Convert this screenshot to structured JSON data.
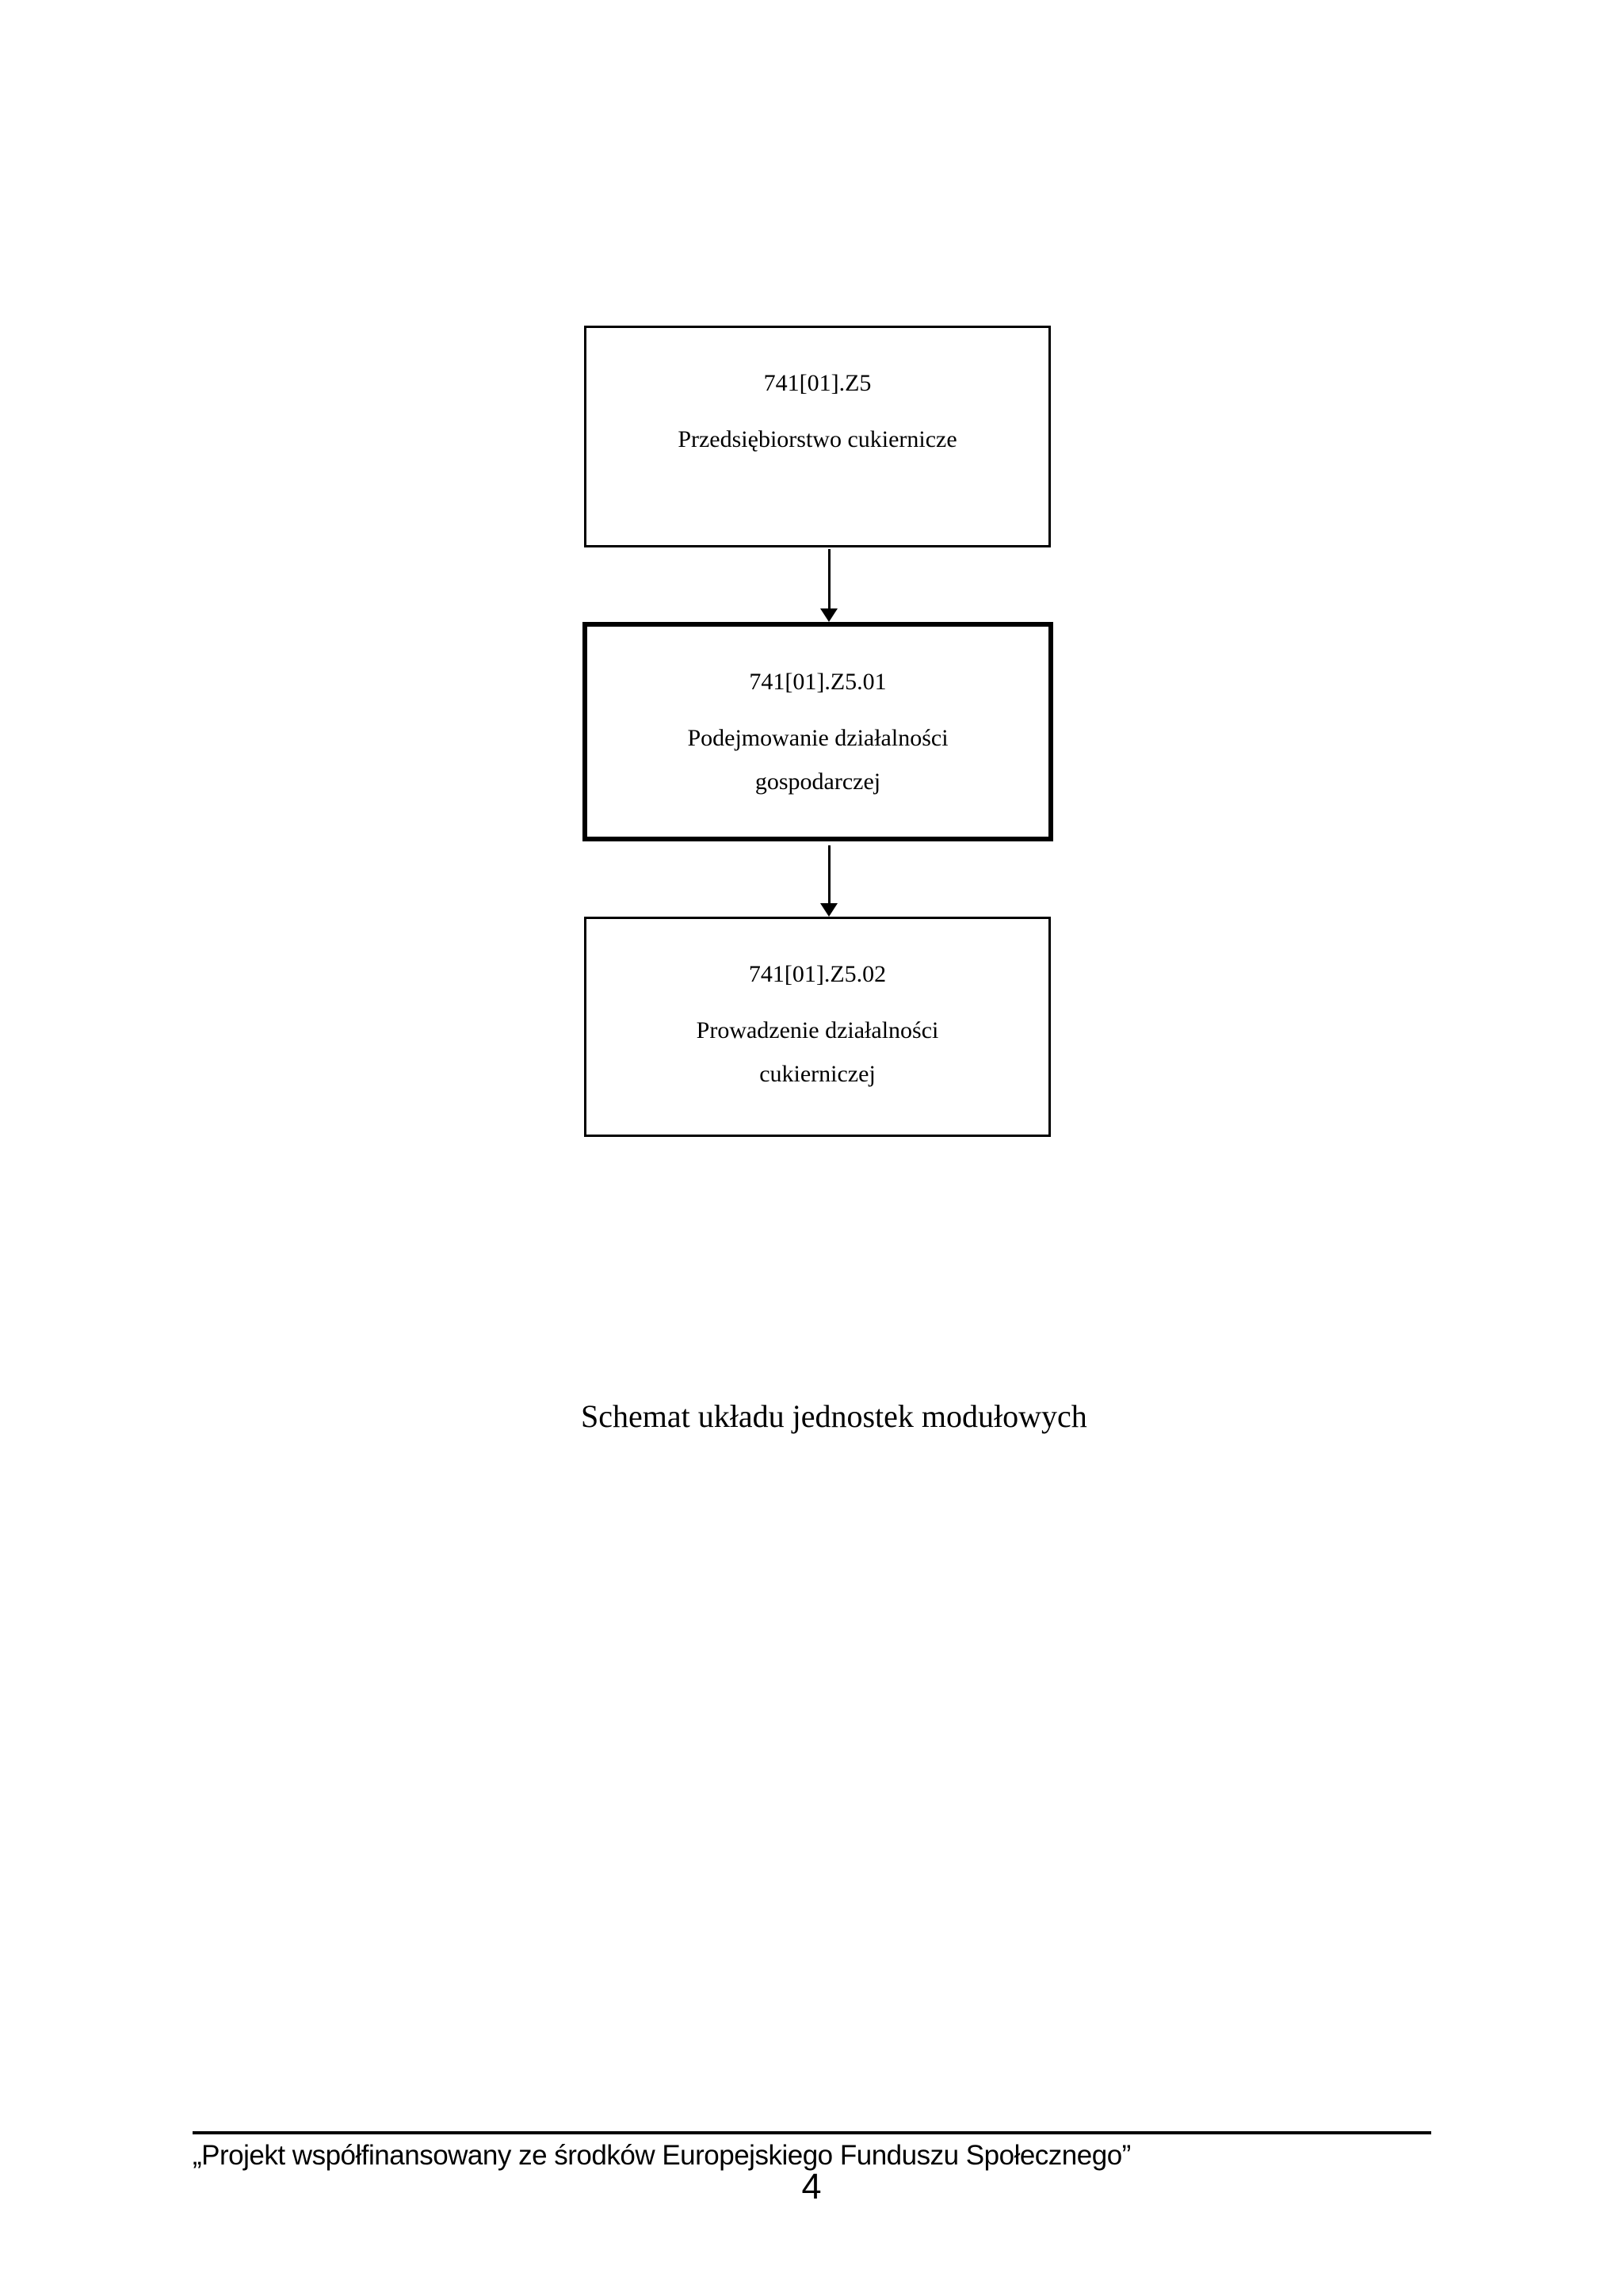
{
  "diagram": {
    "nodes": [
      {
        "code": "741[01].Z5",
        "name": "Przedsiębiorstwo cukiernicze",
        "emphasis": false
      },
      {
        "code": "741[01].Z5.01",
        "name": "Podejmowanie działalności gospodarczej",
        "emphasis": true
      },
      {
        "code": "741[01].Z5.02",
        "name": "Prowadzenie działalności cukierniczej",
        "emphasis": false
      }
    ],
    "caption": "Schemat układu jednostek modułowych",
    "colors": {
      "border": "#000000",
      "text": "#000000",
      "background": "#ffffff"
    }
  },
  "footer": {
    "text": "„Projekt współfinansowany ze środków Europejskiego Funduszu Społecznego”",
    "page_number": "4"
  }
}
